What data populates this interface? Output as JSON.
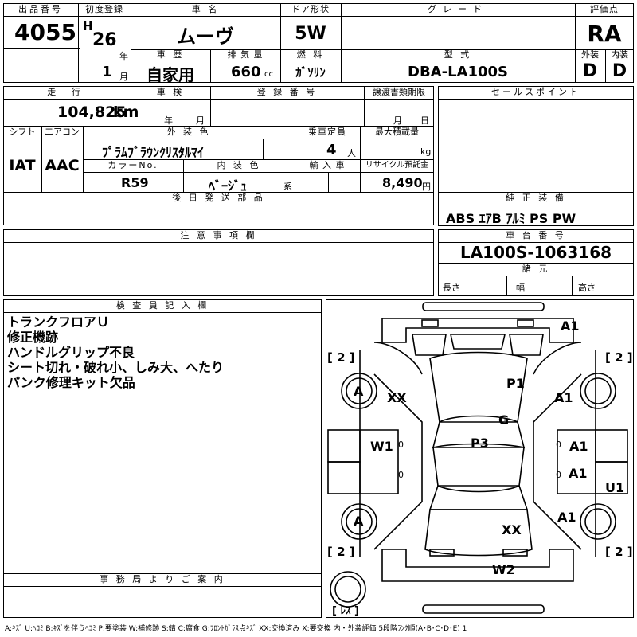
{
  "header": {
    "lot_label": "出品番号",
    "lot_no": "4055",
    "first_reg_label": "初度登録",
    "era": "H",
    "year": "26",
    "year_unit": "年",
    "month": "1",
    "month_unit": "月",
    "name_label": "車 名",
    "name": "ムーヴ",
    "door_label": "ドア形状",
    "door": "5W",
    "grade_label": "グレード",
    "eval_label": "評価点",
    "eval": "RA",
    "history_label": "車 歴",
    "history": "自家用",
    "disp_label": "排 気 量",
    "disp": "660",
    "disp_unit": "cc",
    "fuel_label": "燃 料",
    "fuel": "ｶﾞｿﾘﾝ",
    "model_label": "型 式",
    "model": "DBA-LA100S",
    "ext_label": "外装",
    "ext": "D",
    "int_label": "内装",
    "int": "D"
  },
  "row2": {
    "mileage_label": "走 行",
    "mileage": "104,825",
    "mileage_unit": "km",
    "inspection_label": "車 検",
    "insp_year_unit": "年",
    "insp_month_unit": "月",
    "regno_label": "登 録 番 号",
    "transfer_label": "譲渡書類期限",
    "tr_month_unit": "月",
    "tr_day_unit": "日",
    "shift_label": "シフト",
    "shift": "IAT",
    "ac_label": "エアコン",
    "ac": "AAC",
    "color_label": "外 装 色",
    "color": "ﾌﾟﾗﾑﾌﾞﾗｳﾝｸﾘｽﾀﾙﾏｲ",
    "seats_label": "乗車定員",
    "seats": "4",
    "seats_unit": "人",
    "load_label": "最大積載量",
    "load_unit": "kg",
    "colorno_label": "カラーNo.",
    "colorno": "R59",
    "interior_label": "内 装 色",
    "interior": "ﾍﾞｰｼﾞｭ",
    "interior_unit": "系",
    "import_label": "輸 入 車",
    "recycle_label": "リサイクル預託金",
    "recycle": "8,490",
    "recycle_unit": "円"
  },
  "sales_label": "セールスポイント",
  "later_label": "後 日 発 送 部 品",
  "genuine_label": "純 正 装 備",
  "genuine": "ABS ｴｱB ｱﾙﾐ PS PW",
  "caution_label": "注 意 事 項 欄",
  "chassis_label": "車 台 番 号",
  "chassis": "LA100S-1063168",
  "specs_label": "諸 元",
  "length_label": "長さ",
  "width_label": "幅",
  "height_label": "高さ",
  "inspector_label": "検 査 員 記 入 欄",
  "inspector_notes": [
    "トランクフロアＵ",
    "修正機跡",
    "ハンドルグリップ不良",
    "シート切れ・破れ小、しみ大、へたり",
    "パンク修理キット欠品"
  ],
  "office_label": "事 務 局 よ り ご 案 内",
  "diagram": {
    "marks": [
      {
        "id": "a1-roof",
        "text": "A1"
      },
      {
        "id": "a-tyre-fl",
        "text": "A"
      },
      {
        "id": "xx-fender",
        "text": "XX"
      },
      {
        "id": "p1-hood",
        "text": "P1"
      },
      {
        "id": "a1-fender-r",
        "text": "A1"
      },
      {
        "id": "g-windshield",
        "text": "G"
      },
      {
        "id": "w1-door-l",
        "text": "W1"
      },
      {
        "id": "p3-roof",
        "text": "P3"
      },
      {
        "id": "a1-door-r",
        "text": "A1"
      },
      {
        "id": "a1-door-rr",
        "text": "A1"
      },
      {
        "id": "u1-sill",
        "text": "U1"
      },
      {
        "id": "a-tyre-rl",
        "text": "A"
      },
      {
        "id": "xx-quarter",
        "text": "XX"
      },
      {
        "id": "a1-quarter-r",
        "text": "A1"
      },
      {
        "id": "w2-rear",
        "text": "W2"
      }
    ],
    "tread_marks": [
      "[ 2 ]",
      "[ 2 ]",
      "[ 2 ]",
      "[ 2 ]"
    ],
    "door_marks": [
      "0",
      "0",
      "0",
      "0"
    ],
    "spare_label": "[ ﾚｽ ]"
  },
  "legend": "A:ｷｽﾞ U:ﾍｺﾐ B:ｷｽﾞを伴うﾍｺﾐ P:要塗装 W:補修跡 S:錆 C:腐食 G:ﾌﾛﾝﾄｶﾞﾗｽ点ｷｽﾞ XX:交換済み X:要交換 内・外装評価 5段階ﾗﾝｸ順(A･B･C･D･E) 1"
}
